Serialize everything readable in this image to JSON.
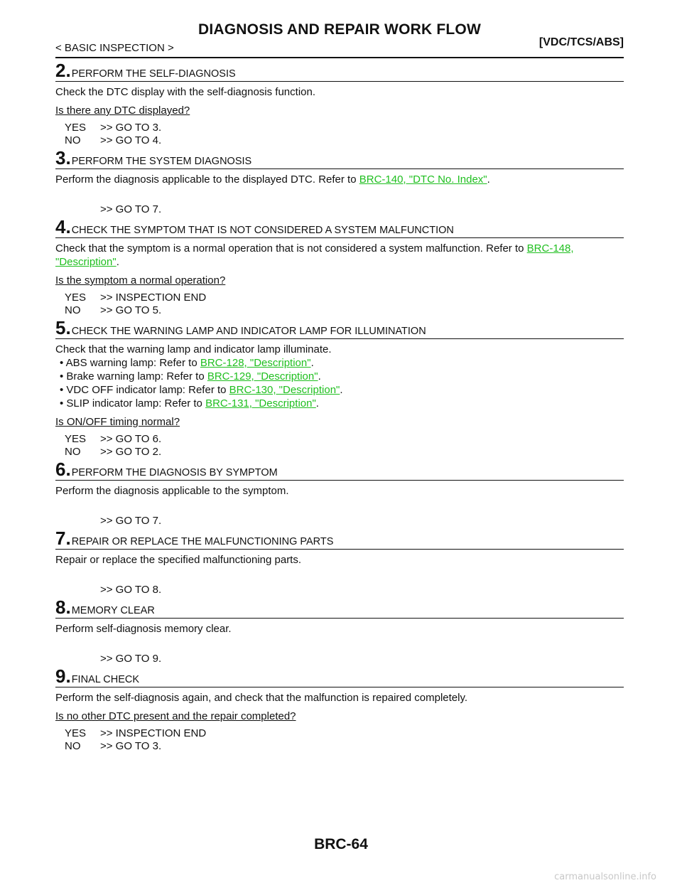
{
  "header": {
    "title": "DIAGNOSIS AND REPAIR WORK FLOW",
    "section": "< BASIC INSPECTION >",
    "system": "[VDC/TCS/ABS]"
  },
  "steps": {
    "s2": {
      "num": "2.",
      "title": "PERFORM THE SELF-DIAGNOSIS",
      "body": "Check the DTC display with the self-diagnosis function.",
      "question": "Is there any DTC displayed?",
      "yes_key": "YES",
      "yes_val": ">> GO TO 3.",
      "no_key": "NO",
      "no_val": ">> GO TO 4."
    },
    "s3": {
      "num": "3.",
      "title": "PERFORM THE SYSTEM DIAGNOSIS",
      "body_pre": "Perform the diagnosis applicable to the displayed DTC. Refer to ",
      "link": "BRC-140, \"DTC No. Index\"",
      "body_post": ".",
      "goto": ">> GO TO 7."
    },
    "s4": {
      "num": "4.",
      "title": "CHECK THE SYMPTOM THAT IS NOT CONSIDERED A SYSTEM MALFUNCTION",
      "body_pre": "Check that the symptom is a normal operation that is not considered a system malfunction. Refer to ",
      "link_a": "BRC-148,",
      "link_b": "\"Description\"",
      "body_post": ".",
      "question": "Is the symptom a normal operation?",
      "yes_key": "YES",
      "yes_val": ">> INSPECTION END",
      "no_key": "NO",
      "no_val": ">> GO TO 5."
    },
    "s5": {
      "num": "5.",
      "title": "CHECK THE WARNING LAMP AND INDICATOR LAMP FOR ILLUMINATION",
      "body": "Check that the warning lamp and indicator lamp illuminate.",
      "bullets": [
        {
          "pre": "• ABS warning lamp: Refer to ",
          "link": "BRC-128, \"Description\"",
          "post": "."
        },
        {
          "pre": "• Brake warning lamp: Refer to ",
          "link": "BRC-129, \"Description\"",
          "post": "."
        },
        {
          "pre": "• VDC OFF indicator lamp: Refer to ",
          "link": "BRC-130, \"Description\"",
          "post": "."
        },
        {
          "pre": "• SLIP indicator lamp: Refer to ",
          "link": "BRC-131, \"Description\"",
          "post": "."
        }
      ],
      "question": "Is ON/OFF timing normal?",
      "yes_key": "YES",
      "yes_val": ">> GO TO 6.",
      "no_key": "NO",
      "no_val": ">> GO TO 2."
    },
    "s6": {
      "num": "6.",
      "title": "PERFORM THE DIAGNOSIS BY SYMPTOM",
      "body": "Perform the diagnosis applicable to the symptom.",
      "goto": ">> GO TO 7."
    },
    "s7": {
      "num": "7.",
      "title": "REPAIR OR REPLACE THE MALFUNCTIONING PARTS",
      "body": "Repair or replace the specified malfunctioning parts.",
      "goto": ">> GO TO 8."
    },
    "s8": {
      "num": "8.",
      "title": "MEMORY CLEAR",
      "body": "Perform self-diagnosis memory clear.",
      "goto": ">> GO TO 9."
    },
    "s9": {
      "num": "9.",
      "title": "FINAL CHECK",
      "body": "Perform the self-diagnosis again, and check that the malfunction is repaired completely.",
      "question": "Is no other DTC present and the repair completed?",
      "yes_key": "YES",
      "yes_val": ">> INSPECTION END",
      "no_key": "NO",
      "no_val": ">> GO TO 3."
    }
  },
  "footer": {
    "page_number": "BRC-64",
    "watermark": "carmanualsonline.info"
  },
  "colors": {
    "link": "#1fbf1f",
    "text": "#111111",
    "watermark": "#c8c8c8"
  }
}
